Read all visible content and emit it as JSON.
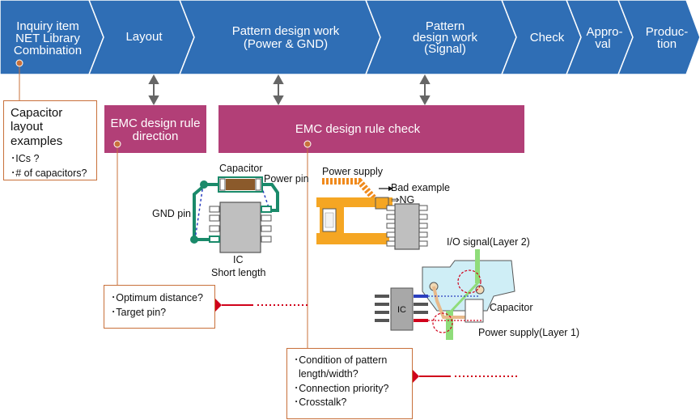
{
  "flow": {
    "steps": [
      {
        "id": "inquiry",
        "lines": [
          "Inquiry item",
          "NET Library",
          "Combination"
        ]
      },
      {
        "id": "layout",
        "lines": [
          "Layout"
        ]
      },
      {
        "id": "pattern-power",
        "lines": [
          "Pattern design work",
          "(Power & GND)"
        ]
      },
      {
        "id": "pattern-signal",
        "lines": [
          "Pattern",
          "design work",
          "(Signal)"
        ]
      },
      {
        "id": "check",
        "lines": [
          "Check"
        ]
      },
      {
        "id": "approval",
        "lines": [
          "Appro-",
          "val"
        ]
      },
      {
        "id": "production",
        "lines": [
          "Produc-",
          "tion"
        ]
      }
    ]
  },
  "emc": {
    "direction_lines": [
      "EMC design rule",
      "direction"
    ],
    "check_label": "EMC design rule check"
  },
  "notes": {
    "capacitor": {
      "title_lines": [
        "Capacitor",
        "layout",
        "examples"
      ],
      "items": [
        "･ICs ?",
        "･# of capacitors?"
      ]
    },
    "optimum": {
      "items": [
        "･Optimum distance?",
        "･Target pin?"
      ]
    },
    "condition": {
      "items": [
        "･Condition of pattern",
        "length/width?",
        "･Connection priority?",
        "･Crosstalk?"
      ]
    }
  },
  "diagram_labels": {
    "capacitor_top": "Capacitor",
    "power_pin": "Power pin",
    "gnd_pin": "GND pin",
    "ic": "IC",
    "short_length": "Short length",
    "power_supply": "Power supply",
    "bad_example": "Bad example",
    "ng": "⇒NG",
    "io_signal": "I/O signal(Layer 2)",
    "ic_small": "IC",
    "capacitor_right": "Capacitor",
    "power_supply_layer": "Power supply(Layer 1)"
  },
  "colors": {
    "flow_blue": "#2f6eb5",
    "emc_magenta": "#b23f77",
    "note_border": "#c8703a",
    "marker_red": "#d0021b",
    "connector_gray": "#666666"
  }
}
